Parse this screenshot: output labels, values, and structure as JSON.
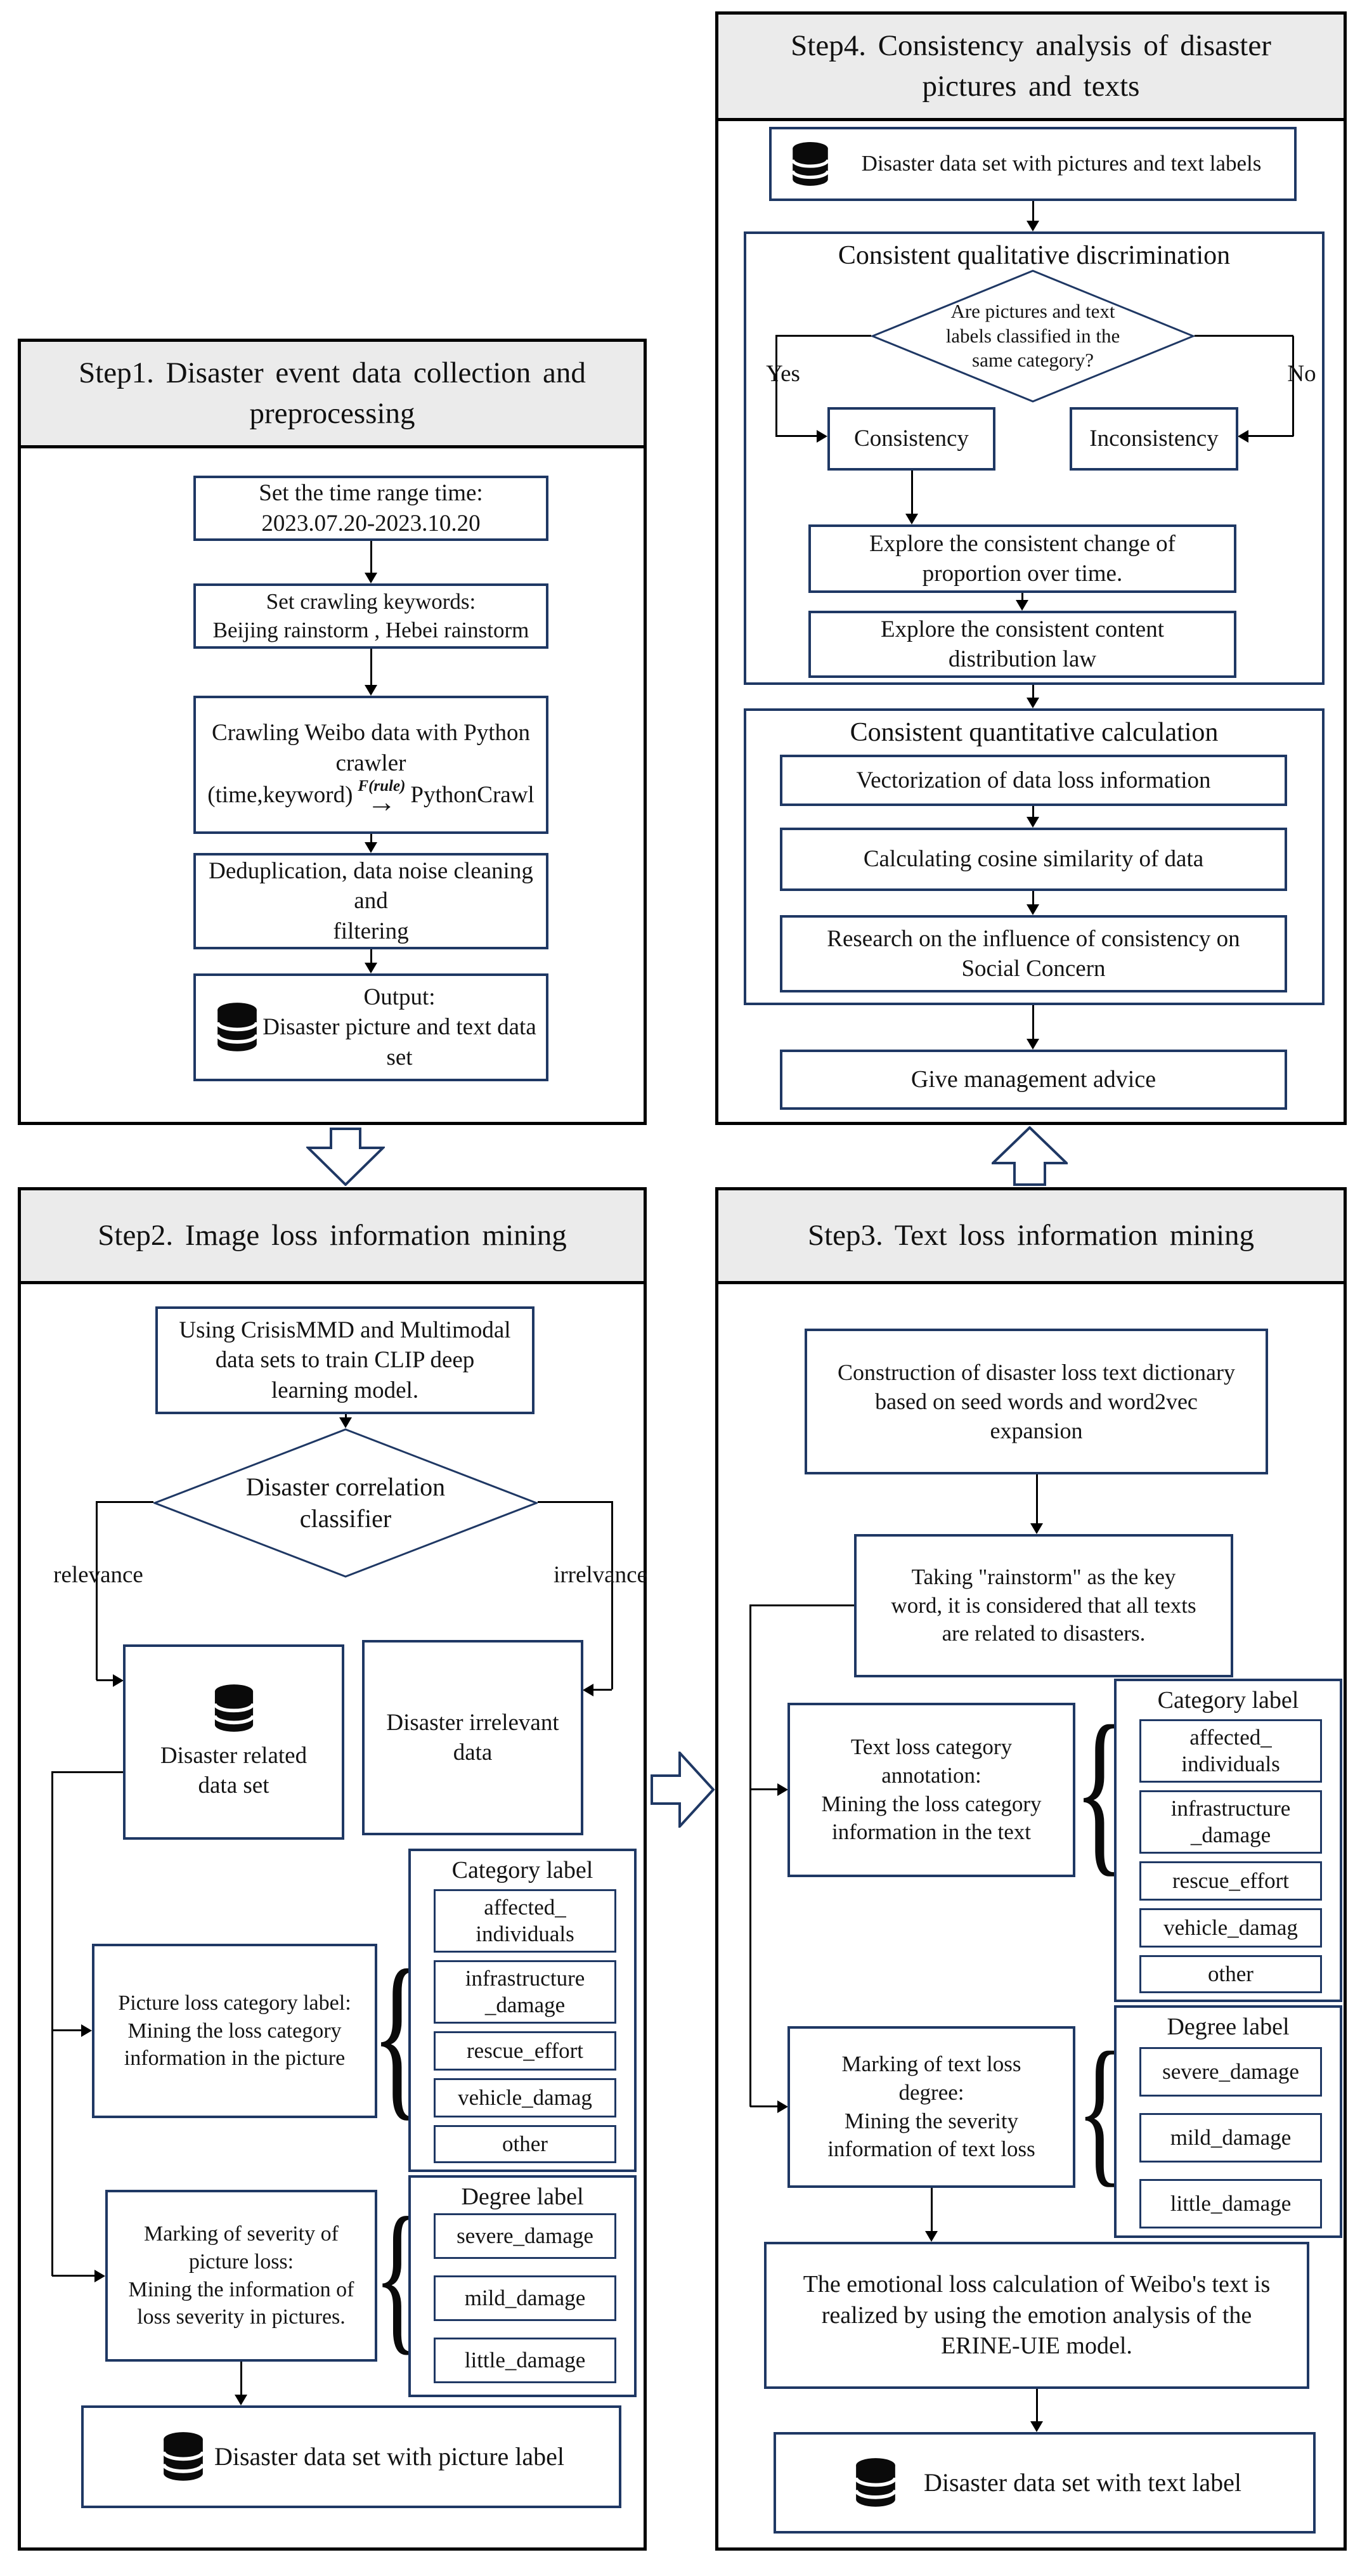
{
  "colors": {
    "accent": "#1f3864",
    "line": "#000000",
    "header_bg": "#ebebeb",
    "background": "#ffffff"
  },
  "labels": {
    "yes": "Yes",
    "no": "No",
    "relevance": "relevance",
    "irrelevance": "irrelvance"
  },
  "category_label": {
    "title": "Category label",
    "items": [
      "affected_\nindividuals",
      "infrastructure\n_damage",
      "rescue_effort",
      "vehicle_damag",
      "other"
    ]
  },
  "degree_label": {
    "title": "Degree label",
    "items": [
      "severe_damage",
      "mild_damage",
      "little_damage"
    ]
  },
  "step1": {
    "title": "Step1. Disaster event data collection and\npreprocessing",
    "time_range": "Set the time range time:\n2023.07.20-2023.10.20",
    "keywords": "Set crawling keywords:\nBeijing rainstorm , Hebei rainstorm",
    "crawling_line1": "Crawling Weibo data with Python",
    "crawling_line2": "crawler",
    "formula_left": "(time,keyword)",
    "formula_over": "F(rule)",
    "formula_arrow": "→",
    "formula_right": "PythonCrawl",
    "dedup": "Deduplication, data noise cleaning and\nfiltering",
    "output": "Output:\nDisaster picture and text data set"
  },
  "step2": {
    "title": "Step2. Image loss information mining",
    "train_clip": "Using CrisisMMD and Multimodal\ndata sets to train CLIP deep\nlearning model.",
    "classifier": "Disaster correlation\nclassifier",
    "related": "Disaster related\ndata set",
    "irrelevant": "Disaster irrelevant\ndata",
    "picture_loss": "Picture loss category label:\nMining the loss category\ninformation in the picture",
    "severity": "Marking of severity of\npicture loss:\nMining the information of\nloss severity in pictures.",
    "output": "Disaster data set with picture label"
  },
  "step3": {
    "title": "Step3. Text loss information mining",
    "construction": "Construction of disaster loss text dictionary\nbased on seed words and word2vec\nexpansion",
    "taking": "Taking \"rainstorm\" as the key\nword, it is considered that all texts\nare related to disasters.",
    "text_category": "Text loss category\nannotation:\nMining the loss category\ninformation in the text",
    "marking_degree": "Marking of text loss\ndegree:\nMining the severity\ninformation of text loss",
    "emotional": "The emotional loss calculation of Weibo's text is\nrealized by using the emotion analysis of the\nERINE-UIE model.",
    "output": "Disaster data set with text label"
  },
  "step4": {
    "title": "Step4. Consistency analysis of disaster\npictures and texts",
    "dataset": "Disaster data set with pictures and text labels",
    "qualitative_title": "Consistent qualitative discrimination",
    "decision": "Are pictures and text\nlabels classified in the\nsame category?",
    "consistency": "Consistency",
    "inconsistency": "Inconsistency",
    "explore_change": "Explore the consistent change of\nproportion over time.",
    "explore_content": "Explore the consistent content\ndistribution law",
    "quantitative_title": "Consistent quantitative calculation",
    "vectorization": "Vectorization of data loss information",
    "cosine": "Calculating cosine similarity of data",
    "research": "Research on the influence of consistency on\nSocial Concern",
    "advice": "Give management advice"
  }
}
